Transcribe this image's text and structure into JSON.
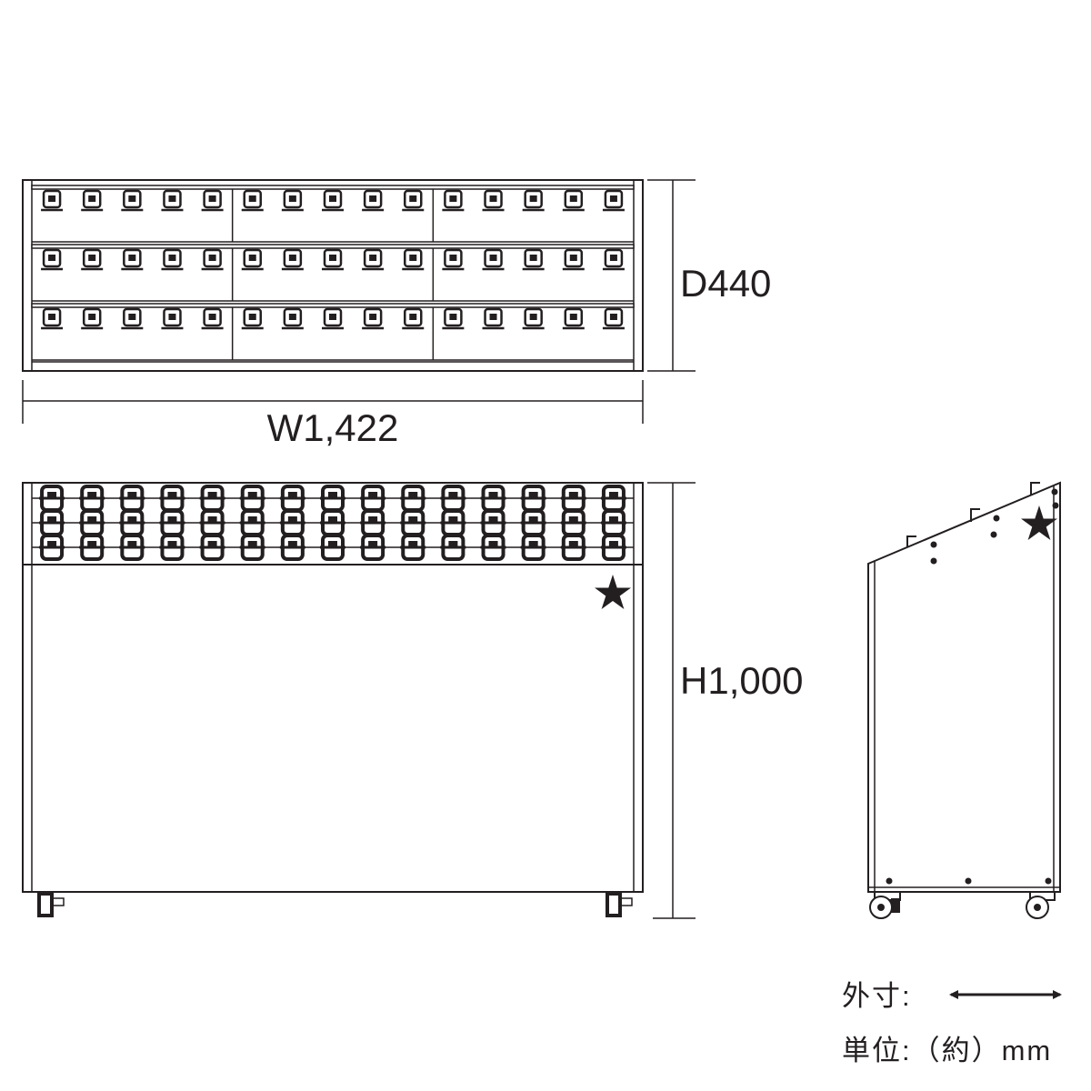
{
  "dimensions": {
    "depth_label": "D440",
    "width_label": "W1,422",
    "height_label": "H1,000"
  },
  "legend": {
    "outer_size_label": "外寸:",
    "unit_label": "単位:（約）mm"
  },
  "rack": {
    "hooks_per_row": 15,
    "rows": 3,
    "compartments_per_row": 3,
    "marker_symbol": "star-icon"
  },
  "colors": {
    "line": "#231f20",
    "background": "#ffffff"
  }
}
